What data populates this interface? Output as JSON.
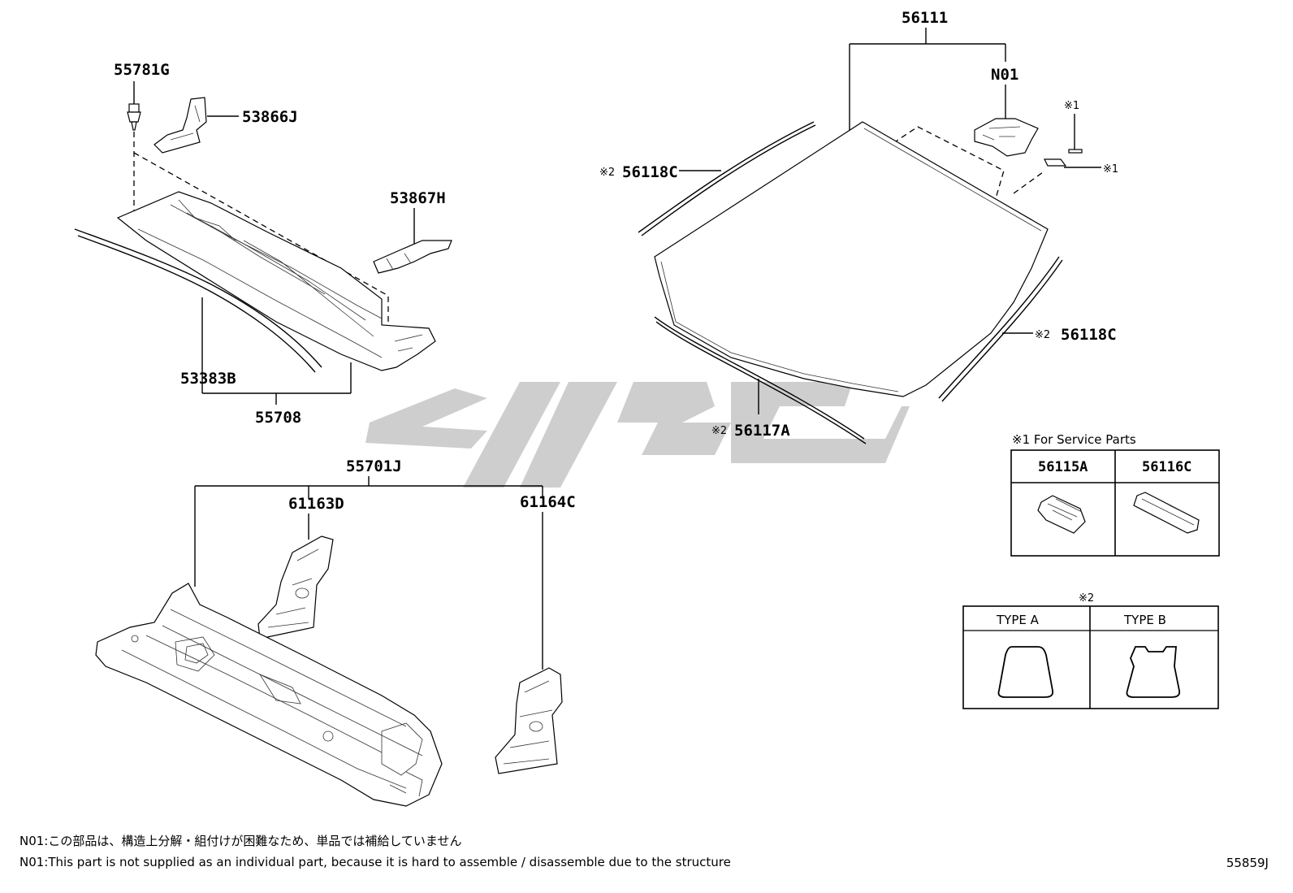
{
  "labels": {
    "p55781G": "55781G",
    "p53866J": "53866J",
    "p53867H": "53867H",
    "p53383B": "53383B",
    "p55708": "55708",
    "p55701J": "55701J",
    "p61163D": "61163D",
    "p61164C": "61164C",
    "p56111": "56111",
    "pN01": "N01",
    "p56118C_top": "56118C",
    "p56118C_right": "56118C",
    "p56117A": "56117A"
  },
  "marks": {
    "ref1": "※1",
    "ref2": "※2"
  },
  "service_table": {
    "title": "※1 For Service Parts",
    "col1": "56115A",
    "col2": "56116C"
  },
  "type_table": {
    "title": "※2",
    "col1": "TYPE A",
    "col2": "TYPE B"
  },
  "notes": {
    "jp": "N01:この部品は、構造上分解・組付けが困難なため、単品では補給していません",
    "en": "N01:This part is not supplied as an individual part, because it is hard to assemble / disassemble due to the structure"
  },
  "diagram_code": "55859J",
  "colors": {
    "line": "#000000",
    "watermark": "#c8c8c8"
  }
}
